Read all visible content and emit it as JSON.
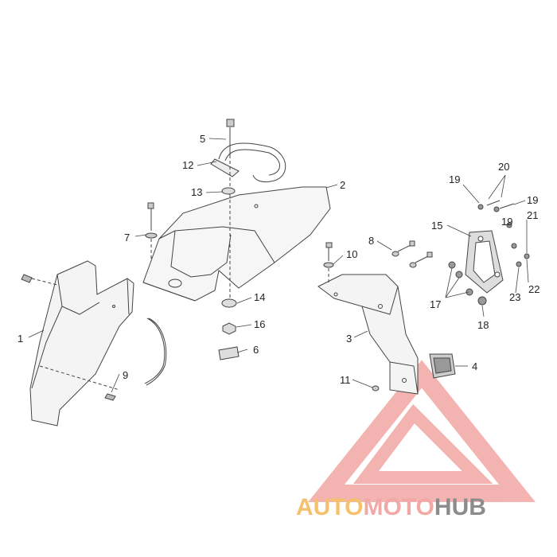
{
  "diagram": {
    "callouts": [
      "1",
      "2",
      "3",
      "4",
      "5",
      "6",
      "7",
      "8",
      "9",
      "10",
      "11",
      "12",
      "13",
      "14",
      "15",
      "16",
      "17",
      "18",
      "19",
      "20",
      "21",
      "22",
      "23"
    ]
  },
  "watermark": {
    "auto": "AUTO",
    "moto": "MOTO",
    "hub": "HUB",
    "colors": {
      "logo": "#f2a8a4",
      "auto": "#f5c16c",
      "moto": "#f2a8a4",
      "hub": "#8c8c8c"
    }
  }
}
